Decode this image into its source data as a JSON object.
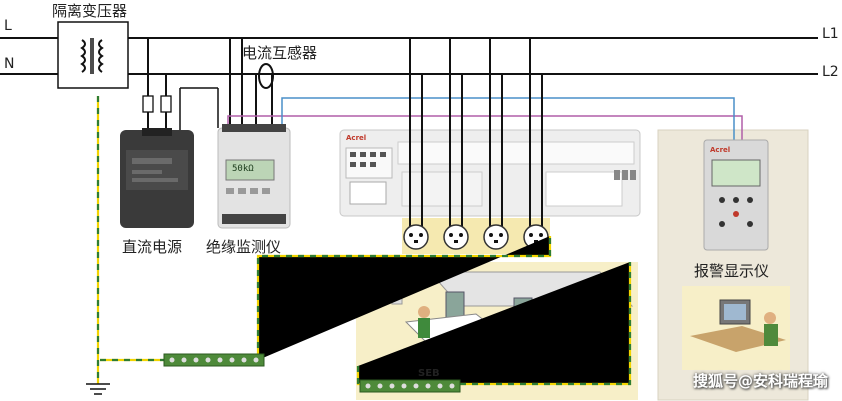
{
  "labels": {
    "isolation_transformer": "隔离变压器",
    "current_transformer": "电流互感器",
    "dc_power": "直流电源",
    "insulation_monitor": "绝缘监测仪",
    "alarm_display": "报警显示仪",
    "line_L": "L",
    "line_N": "N",
    "line_L1": "L1",
    "line_L2": "L2",
    "seb": "SEB",
    "watermark": "搜狐号@安科瑞程瑜"
  },
  "device_text": {
    "brand": "Acrel",
    "lcd_value": "50kΩ"
  },
  "colors": {
    "wire": "#111111",
    "ground_yellow": "#f2d400",
    "ground_green": "#2e7d32",
    "signal_purple": "#b05fa8",
    "signal_blue": "#4a8fc8",
    "room_bg": "#f7efc8",
    "socket_bg": "#f5e9b0",
    "panel_bg": "#e7e2d3"
  }
}
